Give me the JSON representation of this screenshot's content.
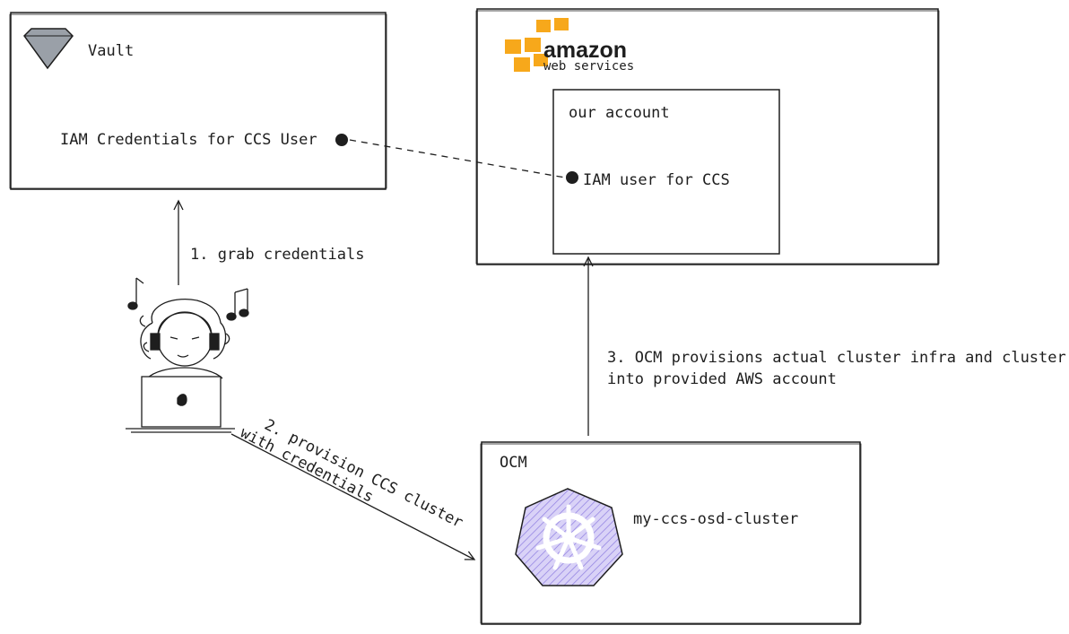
{
  "vault": {
    "title": "Vault",
    "credential_label": "IAM Credentials for CCS User"
  },
  "aws": {
    "logo_word": "amazon",
    "logo_sub": "web services",
    "account_title": "our account",
    "iam_user_label": "IAM user for CCS"
  },
  "ocm": {
    "title": "OCM",
    "cluster_label": "my-ccs-osd-cluster"
  },
  "steps": {
    "step1": "1. grab credentials",
    "step2_line1": "2. provision CCS cluster",
    "step2_line2": "with credentials",
    "step3_line1": "3. OCM provisions actual cluster infra and cluster",
    "step3_line2": "into provided AWS account"
  },
  "colors": {
    "stroke": "#1e1e1e",
    "vault_gem": "#9aa0a8",
    "aws_orange": "#f7a81b",
    "k8s_purple": "#9a8ae6"
  }
}
